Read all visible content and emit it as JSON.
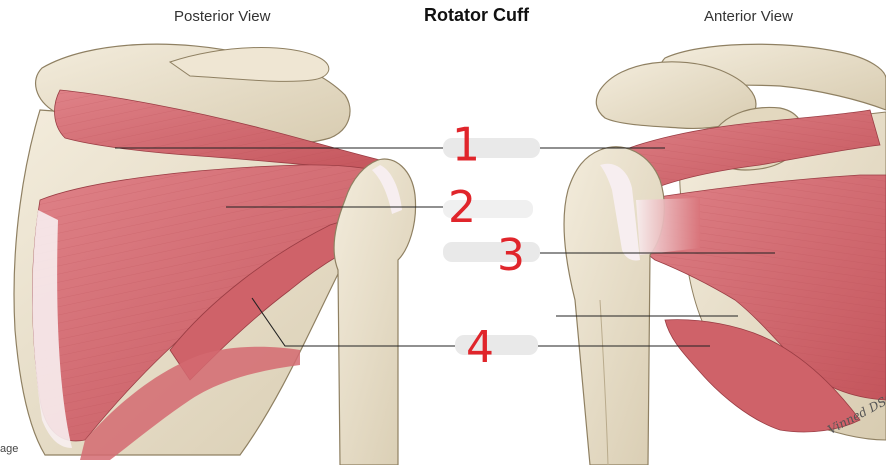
{
  "titles": {
    "posterior": "Posterior View",
    "main": "Rotator Cuff",
    "anterior": "Anterior View"
  },
  "labels": {
    "one": "1",
    "two": "2",
    "three": "3",
    "four": "4"
  },
  "corner_text": "age",
  "signature": "Vinned DSGr",
  "colors": {
    "muscle": "#d9747a",
    "muscle_dark": "#b9464e",
    "bone": "#ebe2cf",
    "bone_shadow": "#c9bc9f",
    "tendon": "#f6ecef",
    "leader_line": "#222222",
    "label_ink": "#e0252b",
    "label_blank": "#e9e9e9"
  }
}
